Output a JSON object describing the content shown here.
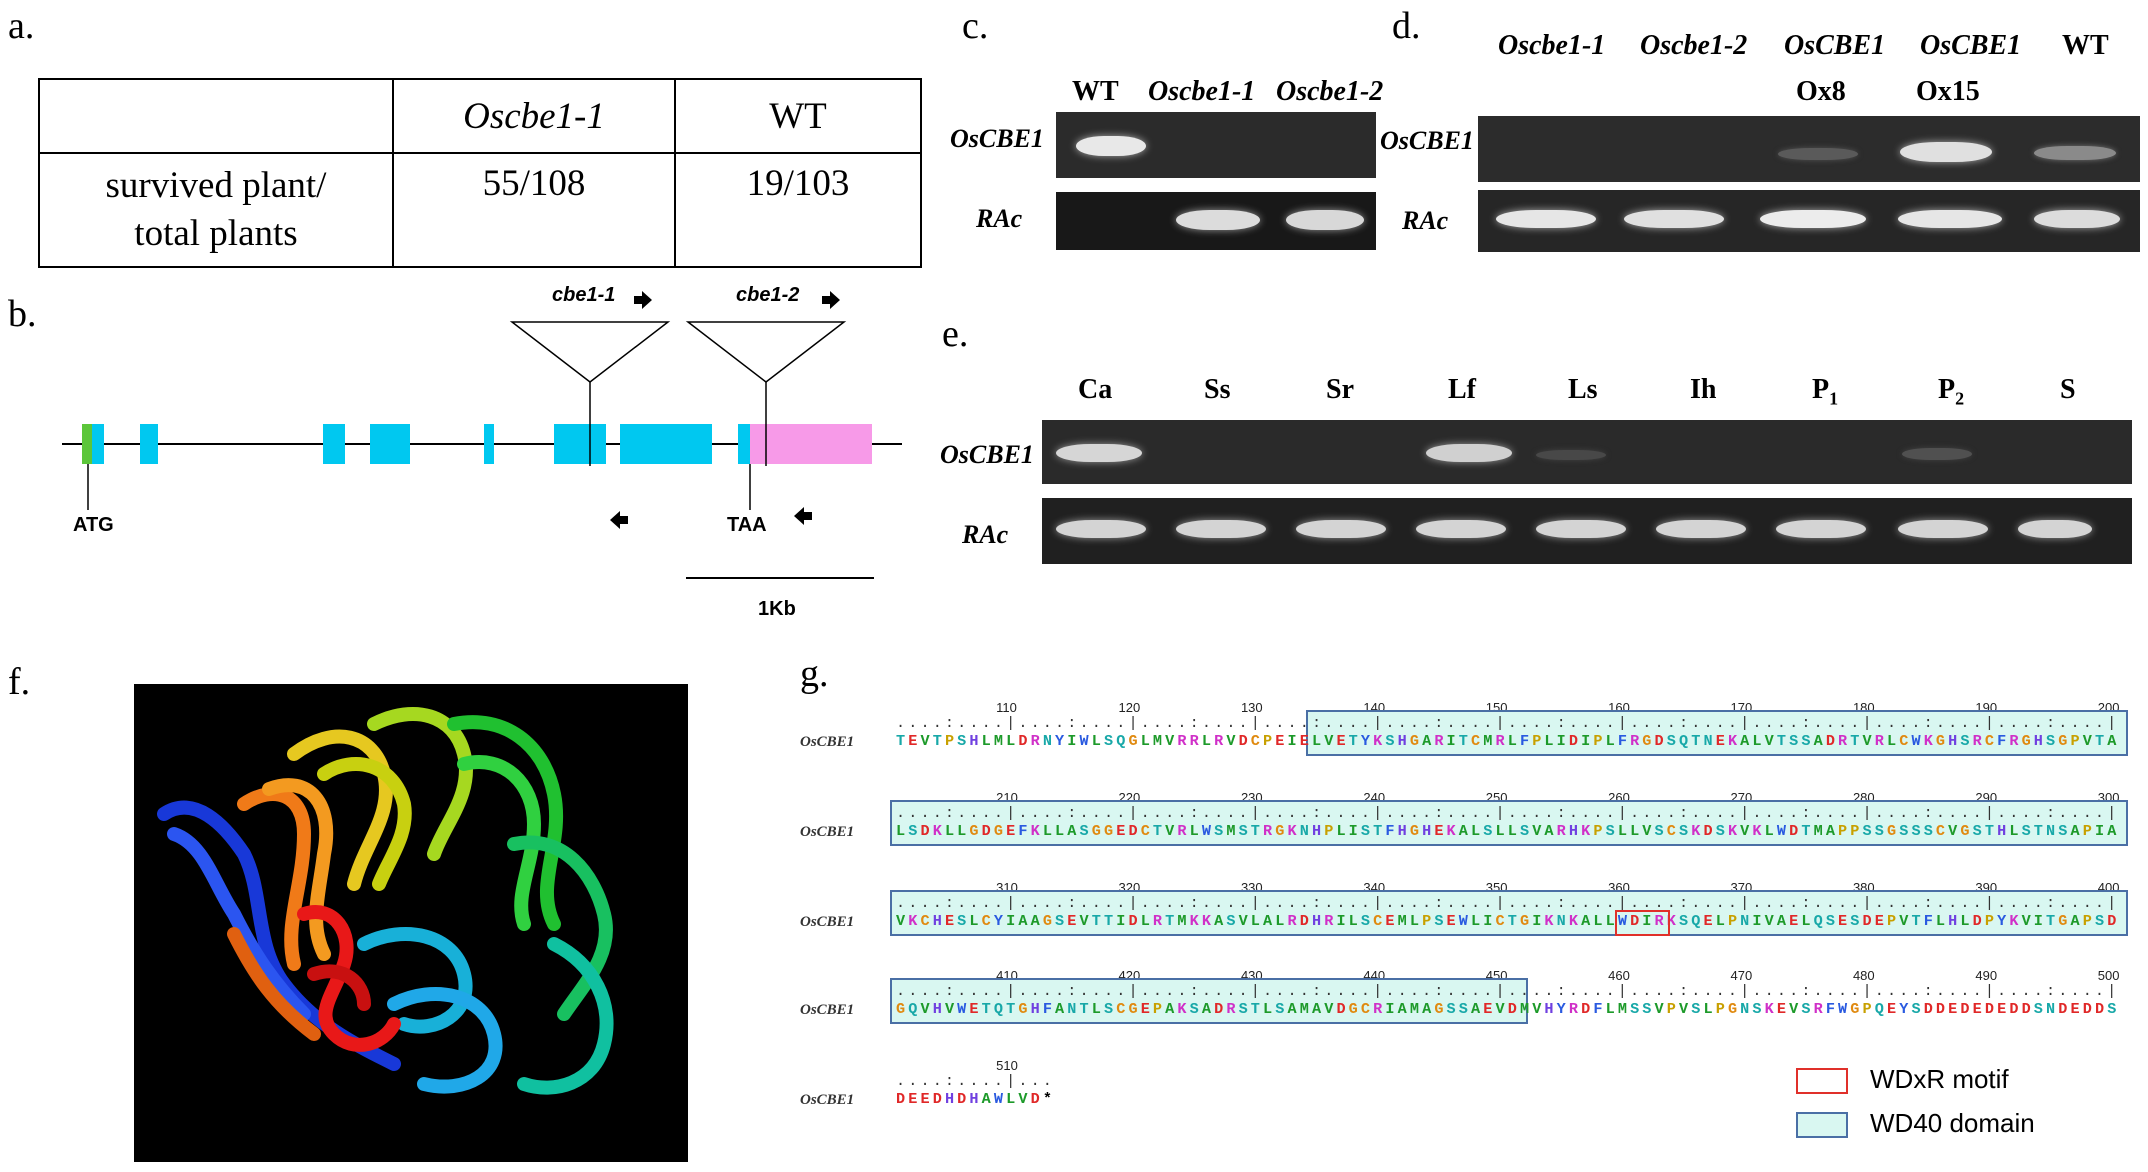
{
  "panels": {
    "a": "a.",
    "b": "b.",
    "c": "c.",
    "d": "d.",
    "e": "e.",
    "f": "f.",
    "g": "g."
  },
  "table": {
    "header": [
      "",
      "Oscbe1-1",
      "WT"
    ],
    "row_label_1": "survived plant/",
    "row_label_2": "total plants",
    "values": [
      "55/108",
      "19/103"
    ]
  },
  "gene": {
    "insert1": "cbe1-1",
    "insert2": "cbe1-2",
    "atg": "ATG",
    "taa": "TAA",
    "scale": "1Kb"
  },
  "gel_c": {
    "lanes": [
      "WT",
      "Oscbe1-1",
      "Oscbe1-2"
    ],
    "rows": [
      "OsCBE1",
      "RAc"
    ]
  },
  "gel_d": {
    "lanes": [
      "Oscbe1-1",
      "Oscbe1-2",
      "OsCBE1",
      "OsCBE1",
      "WT"
    ],
    "lanes_sub": [
      "",
      "",
      "Ox8",
      "Ox15",
      ""
    ],
    "rows": [
      "OsCBE1",
      "RAc"
    ]
  },
  "gel_e": {
    "lanes": [
      "Ca",
      "Ss",
      "Sr",
      "Lf",
      "Ls",
      "Ih",
      "P",
      "P",
      "S"
    ],
    "subscripts": [
      "",
      "",
      "",
      "",
      "",
      "",
      "1",
      "2",
      ""
    ],
    "rows": [
      "OsCBE1",
      "RAc"
    ]
  },
  "alignment": {
    "name": "OsCBE1",
    "blocks": [
      {
        "ticks": [
          "110",
          "120",
          "130",
          "140",
          "150",
          "160",
          "170",
          "180",
          "190",
          "200"
        ],
        "seq": "TEVTPSHLMLDRNYIWLSQGLMVRRLRVDCPEIELVETYKSHGARITCMRLFPLIDIPLFRGDSQTNEKALVTSSADRTVRLCWKGHSRCFRGHSGPVTA"
      },
      {
        "ticks": [
          "210",
          "220",
          "230",
          "240",
          "250",
          "260",
          "270",
          "280",
          "290",
          "300"
        ],
        "seq": "LSDKLLGDGEFKLLASGGEDCTVRLWSMSTRGKNHPLISTFHGHEKALSLLSVARHKPSLLVSCSKDSKVKLWDTMAPPSSGSSSCVGSTHLSTNSAPIA"
      },
      {
        "ticks": [
          "310",
          "320",
          "330",
          "340",
          "350",
          "360",
          "370",
          "380",
          "390",
          "400"
        ],
        "seq": "VKCHESLCYIAAGSEVTTIDLRTMKKASVLALRDHRILSCEMLPSEWLICTGIKNKALLWDIRKSQELPNIVAELQSESDEPVTFLHLDPYKVITGAPSD"
      },
      {
        "ticks": [
          "410",
          "420",
          "430",
          "440",
          "450",
          "460",
          "470",
          "480",
          "490",
          "500"
        ],
        "seq": "GQVHVWETQTGHFANTLSCGEPAKSADRSTLSAMAVDGCRIAMAGSSAEVDMVHYRDFLMSSVPVSLPGNSKEVSRFWGPQEYSDDEDEDEDDSNDEDDS"
      },
      {
        "ticks": [
          "510"
        ],
        "seq": "DEEDHDHAWLVD*"
      }
    ]
  },
  "legend": {
    "motif": "WDxR motif",
    "domain": "WD40 domain"
  },
  "colors": {
    "wd40_fill": "#d9f7f1",
    "wd40_border": "#4a6fa5",
    "motif_border": "#e0302a",
    "exon": "#00c8f0",
    "utr": "#f79ae8",
    "start": "#5cc63a"
  }
}
